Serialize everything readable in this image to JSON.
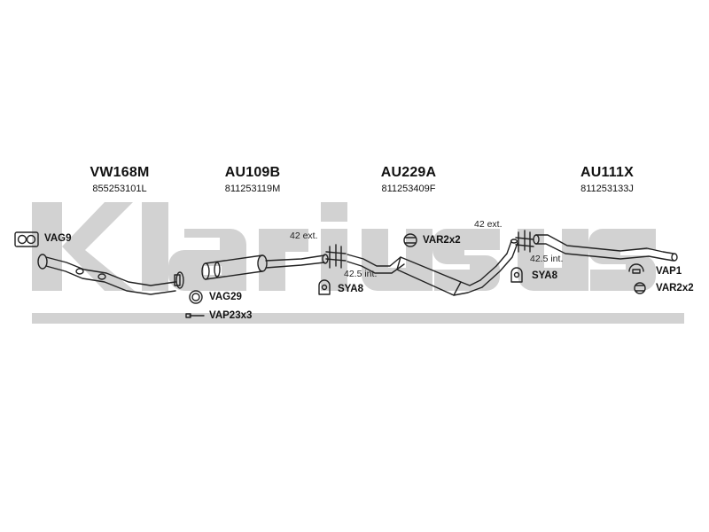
{
  "watermark": {
    "text": "klarius",
    "color": "#cfcfcf"
  },
  "parts": [
    {
      "code": "VW168M",
      "number": "855253101L"
    },
    {
      "code": "AU109B",
      "number": "811253119M"
    },
    {
      "code": "AU229A",
      "number": "811253409F"
    },
    {
      "code": "AU111X",
      "number": "811253133J"
    }
  ],
  "accessories": {
    "vag9": "VAG9",
    "vag29": "VAG29",
    "vap23x3": "VAP23x3",
    "sya8_a": "SYA8",
    "var2x2_a": "VAR2x2",
    "sya8_b": "SYA8",
    "vap1": "VAP1",
    "var2x2_b": "VAR2x2"
  },
  "dimensions": {
    "ext_a": "42 ext.",
    "int_a": "42.5 int.",
    "ext_b": "42 ext.",
    "int_b": "42.5 int."
  }
}
